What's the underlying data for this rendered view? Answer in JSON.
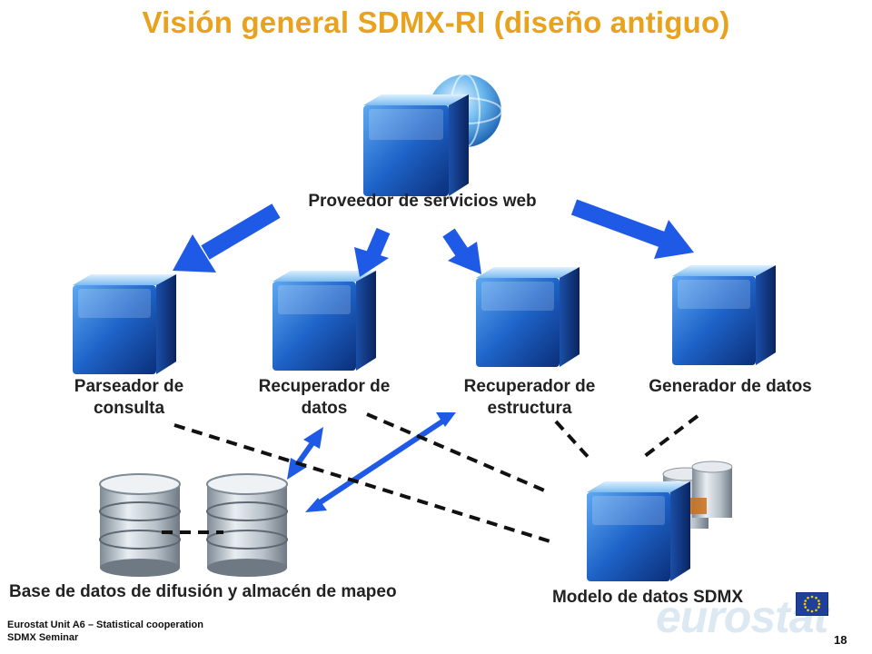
{
  "title": "Visión general SDMX-RI (diseño antiguo)",
  "nodes": {
    "web_service": "Proveedor de servicios web",
    "query_parser": "Parseador de consulta",
    "data_retriever": "Recuperador de datos",
    "structure_retriever": "Recuperador de estructura",
    "data_generator": "Generador de datos",
    "database": "Base de datos de difusión y almacén de mapeo",
    "sdmx_model": "Modelo de datos SDMX"
  },
  "footer": {
    "line1": "Eurostat Unit A6 – Statistical cooperation",
    "line2": "SDMX Seminar",
    "page": "18",
    "brand": "eurostat"
  },
  "colors": {
    "title": "#E8A21E",
    "arrow": "#1E5AE6",
    "cube": "#1E63C8"
  }
}
